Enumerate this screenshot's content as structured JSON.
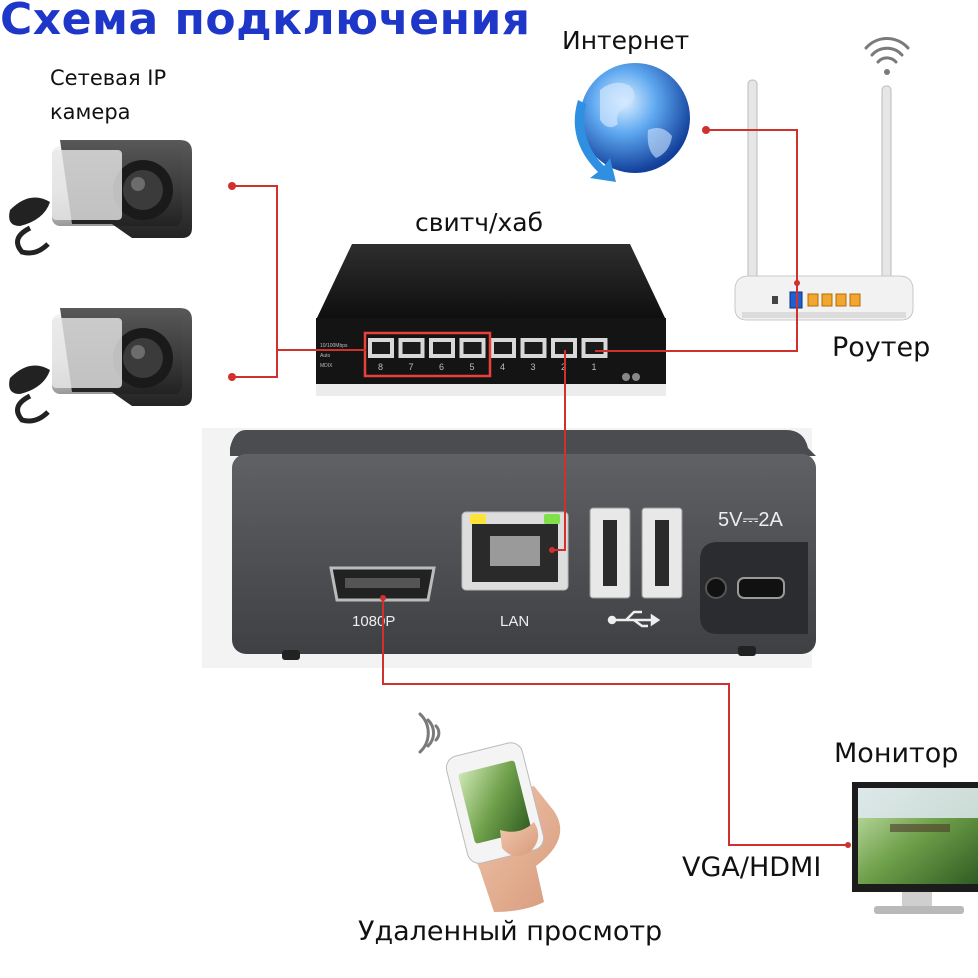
{
  "title": "Схема подключения",
  "labels": {
    "internet": "Интернет",
    "camera_line1": "Сетевая IP",
    "camera_line2": "камера",
    "switch": "свитч/хаб",
    "router": "Роутер",
    "monitor": "Монитор",
    "vga_hdmi": "VGA/HDMI",
    "remote_view": "Удаленный просмотр"
  },
  "device": {
    "hdmi_label": "1080P",
    "lan_label": "LAN",
    "power_label": "5V⎓2A"
  },
  "switch_ports": [
    "8",
    "7",
    "6",
    "5",
    "4",
    "3",
    "2",
    "1"
  ],
  "switch_panel_text": [
    "10/100Mbps",
    "Auto",
    "MDIX"
  ],
  "colors": {
    "title": "#1e37c8",
    "wire": "#d0312d",
    "highlight": "#e8413c"
  }
}
